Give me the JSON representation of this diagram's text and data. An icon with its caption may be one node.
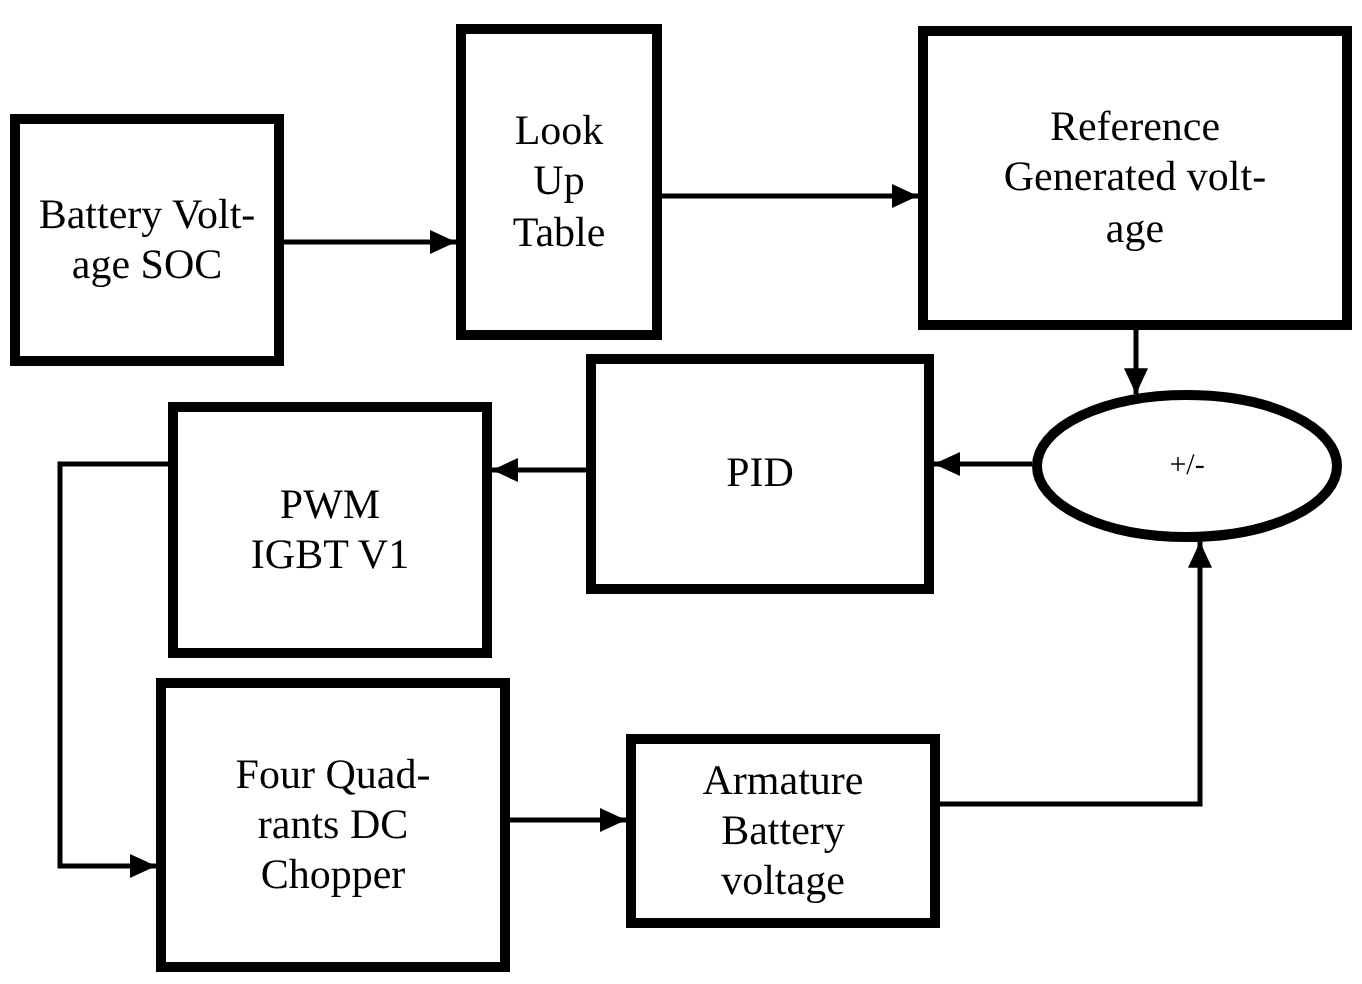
{
  "diagram": {
    "nodes": [
      {
        "text": [
          "Battery Volt- age SOC"
        ]
      },
      {
        "text": [
          "Look Up Table"
        ]
      },
      {
        "text": [
          "Reference Generated volt- age"
        ]
      },
      {
        "text": [
          "+/-"
        ]
      },
      {
        "text": [
          "PID"
        ]
      },
      {
        "text": [
          "PWM IGBT V1"
        ]
      },
      {
        "text": [
          "Four Quad- rants DC Chopper"
        ]
      },
      {
        "text": [
          "Armature Battery voltage"
        ]
      }
    ],
    "edges": [
      {
        "from": 0,
        "to": 1,
        "arrow": "to"
      },
      {
        "from": 1,
        "to": 2,
        "arrow": "to"
      },
      {
        "from": 2,
        "to": 3,
        "arrow": "to"
      },
      {
        "from": 3,
        "to": 4,
        "arrow": "to"
      },
      {
        "from": 4,
        "to": 5,
        "arrow": "to"
      },
      {
        "from": 5,
        "to": 6,
        "arrow": "to"
      },
      {
        "from": 6,
        "to": 7,
        "arrow": "to"
      },
      {
        "from": 7,
        "to": 3,
        "arrow": "to"
      }
    ]
  }
}
